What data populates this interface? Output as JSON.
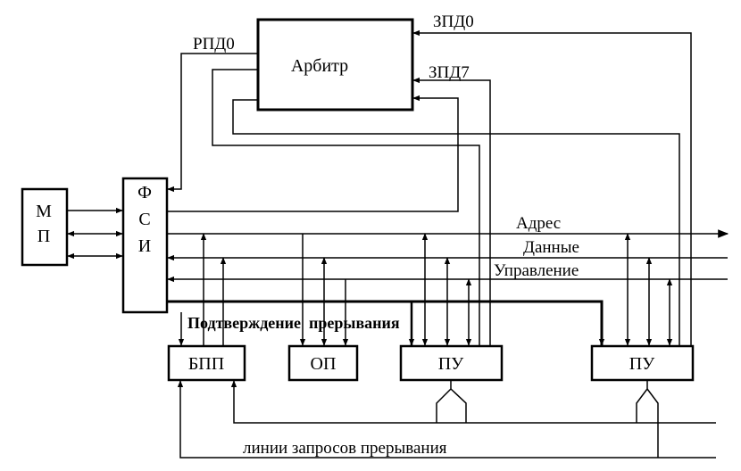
{
  "blocks": {
    "arbiter": "Арбитр",
    "mp_line1": "М",
    "mp_line2": "П",
    "fsi_line1": "Ф",
    "fsi_line2": "С",
    "fsi_line3": "И",
    "bpp": "БПП",
    "op": "ОП",
    "pu1": "ПУ",
    "pu2": "ПУ"
  },
  "signals": {
    "rpd0": "РПД0",
    "zpd0": "ЗПД0",
    "zpd7": "ЗПД7"
  },
  "buses": {
    "address": "Адрес",
    "data": "Данные",
    "control": "Управление",
    "interrupt_ack": "Подтверждение  прерывания",
    "interrupt_requests": "линии запросов прерывания"
  }
}
